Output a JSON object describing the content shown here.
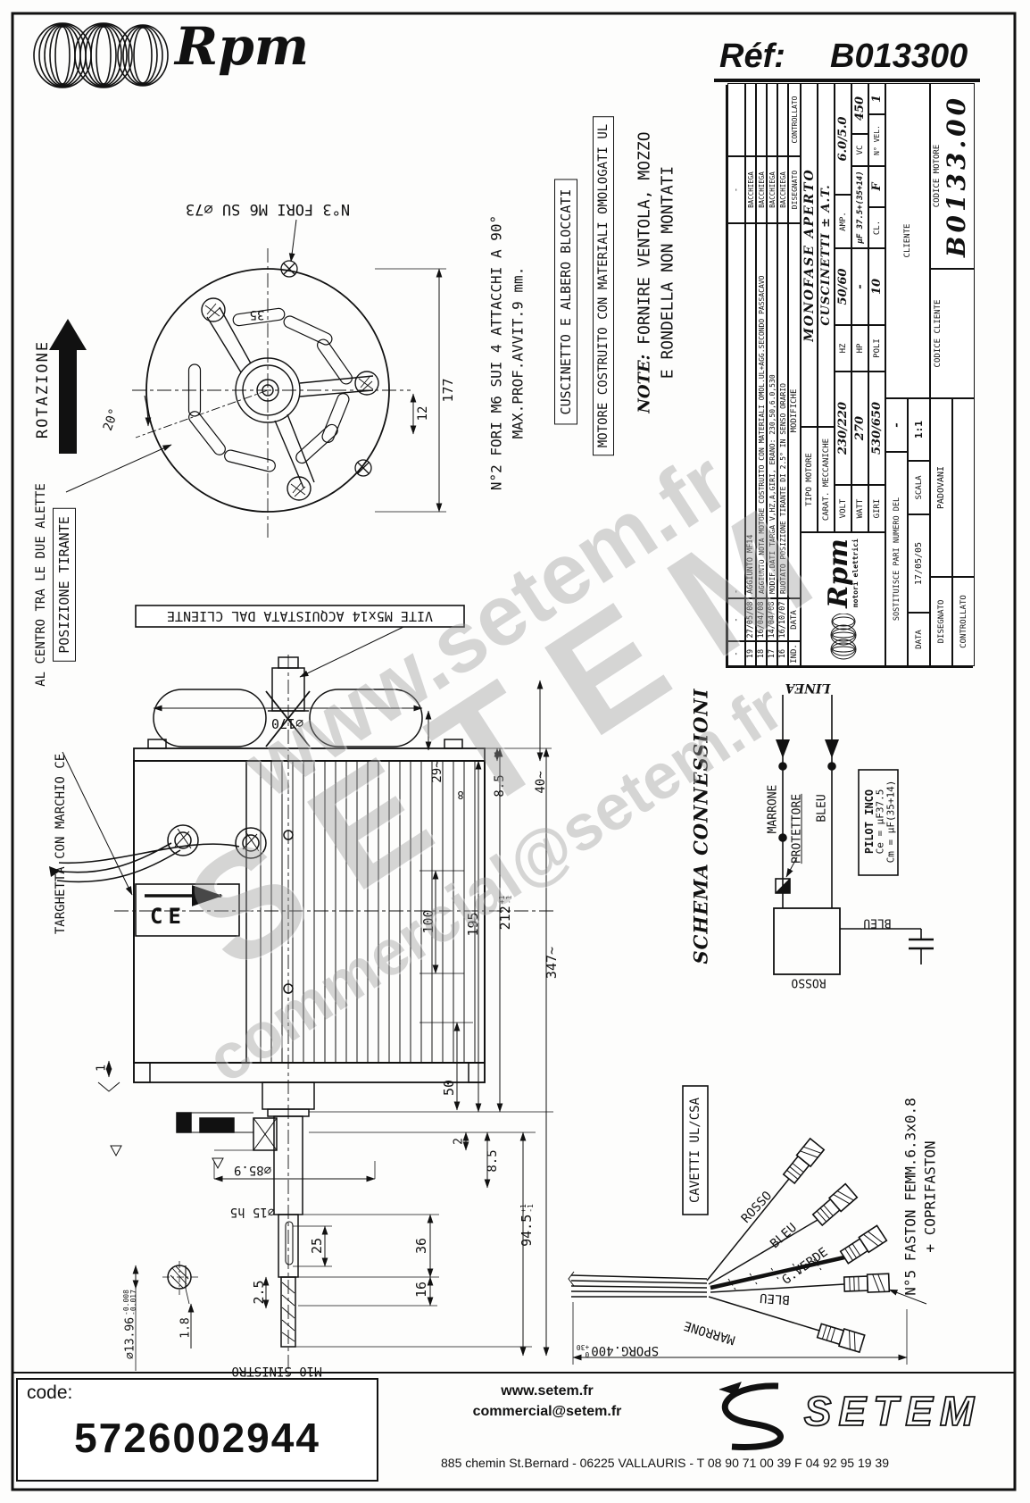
{
  "header": {
    "logo": "Rpm",
    "ref_label": "Réf:",
    "ref_value": "B013300"
  },
  "title_block": {
    "revisions": [
      {
        "ind": "-",
        "date": "-",
        "desc": "-",
        "name": "-"
      },
      {
        "ind": "19",
        "date": "27/05/08",
        "desc": "AGGIUNTO MF14",
        "name": "BACCHIEGA"
      },
      {
        "ind": "18",
        "date": "16/04/08",
        "desc": "AGGIUNTO NOTA MOTORE COSTRUITO CON MATERIALI OMOL.UL+AGG.SECONDO PASSACAVO",
        "name": "BACCHIEGA"
      },
      {
        "ind": "17",
        "date": "14/04/08",
        "desc": "MODIF.DATI TARGA V,HZ,A,GIRI, ERANO: 230,50,6.0,530",
        "name": "BACCHIEGA"
      },
      {
        "ind": "16",
        "date": "16/10/07",
        "desc": "RUOTATO POSIZIONE TIRANTE DI 2.5° IN SENSO ORARIO",
        "name": "BACCHIEGA"
      }
    ],
    "rev_headers": {
      "ind": "IND.",
      "data": "DATA",
      "modifiche": "MODIFICHE",
      "disegnato": "DISEGNATO",
      "controllato": "CONTROLLATO"
    },
    "logo": {
      "name": "Rpm",
      "sub": "motori elettrici"
    },
    "tipo": {
      "label": "TIPO MOTORE",
      "value": "MONOFASE APERTO"
    },
    "carat": {
      "label": "CARAT. MECCANICHE",
      "value": "CUSCINETTI ± A.T."
    },
    "volt": {
      "label": "VOLT",
      "value": "230/220"
    },
    "hz": {
      "label": "HZ",
      "value": "50/60"
    },
    "amp": {
      "label": "AMP.",
      "value": "6.0/5.0"
    },
    "watt": {
      "label": "WATT",
      "value": "270"
    },
    "hp": {
      "label": "HP",
      "value": "-"
    },
    "uf": {
      "value": "µF 37.5+(35+14)"
    },
    "vc": {
      "label": "VC",
      "value": "450"
    },
    "giri": {
      "label": "GIRI",
      "value": "530/650"
    },
    "poli": {
      "label": "POLI",
      "value": "10"
    },
    "cl": {
      "label": "CL.",
      "value": "F"
    },
    "nvel": {
      "label": "N° VEL.",
      "value": "1"
    },
    "sostituisce": {
      "label": "SOSTITUISCE PARI NUMERO DEL",
      "value": "-"
    },
    "data": {
      "label": "DATA",
      "value": "17/05/05"
    },
    "scala": {
      "label": "SCALA",
      "value": "1:1"
    },
    "disegnato": {
      "label": "DISEGNATO",
      "value": "PADOVANI"
    },
    "controllato": {
      "label": "CONTROLLATO",
      "value": ""
    },
    "cliente": {
      "label": "CLIENTE"
    },
    "codice_cliente": {
      "label": "CODICE CLIENTE"
    },
    "codice_motore": {
      "label": "CODICE MOTORE",
      "value": "B0133.00"
    }
  },
  "annotations": {
    "rotazione": "ROTAZIONE",
    "n3_fori": "N°3 FORI M6 SU ∅73",
    "n2_fori_1": "N°2 FORI M6 SUI 4 ATTACCHI A 90°",
    "n2_fori_2": "MAX.PROF.AVVIT.9 mm.",
    "cuscinetto_box": "CUSCINETTO E ALBERO BLOCCATI",
    "motore_ul_box": "MOTORE COSTRUITO CON MATERIALI OMOLOGATI UL",
    "note_label": "NOTE:",
    "note_line1": "FORNIRE VENTOLA, MOZZO",
    "note_line2": "E RONDELLA NON MONTATI",
    "al_centro": "AL CENTRO TRA LE DUE ALETTE",
    "posizione_tirante": "POSIZIONE TIRANTE",
    "vite": "VITE M5x14 ACQUISTATA DAL CLIENTE",
    "targhetta": "TARGHETTA CON MARCHIO CE",
    "ce_mark": "CE"
  },
  "front_dims": {
    "d35": "35",
    "a20": "20°",
    "d12": "12",
    "d177": "177"
  },
  "side_dims": {
    "dia170": "∅170",
    "d29": "29~",
    "d85top": "8.5",
    "d40": "40~",
    "d8": "8",
    "d1": "1",
    "d100": "100",
    "d50": "50",
    "d195": "195",
    "d212": "212",
    "d347": "347~",
    "d2": "2",
    "d85bot": "8.5",
    "d945": "94.5",
    "tol_p1": "+1",
    "tol_m1": "-1",
    "d36": "36",
    "d16": "16",
    "d25": "25",
    "d25d": "2.5",
    "dia859": "∅85.9",
    "dia15": "∅15 h5",
    "m10": "M10 SINISTRO",
    "dia1396": "∅13.96",
    "tol_a": "-0.008",
    "tol_b": "-0.017",
    "d18": "1.8"
  },
  "schema": {
    "title": "SCHEMA CONNESSIONI",
    "linea": "LINEA",
    "marrone": "MARRONE",
    "bleu": "BLEU",
    "protettore": "PROTETTORE",
    "pilot1": "PILOT INCO",
    "pilot2": "Ce = µF37.5",
    "pilot3": "Cm = µF(35+14)",
    "rosso": "ROSSO",
    "bleu2": "BLEU"
  },
  "harness": {
    "cavetti": "CAVETTI UL/CSA",
    "rosso": "ROSSO",
    "bleu": "BLEU",
    "gverde": "G.VERDE",
    "bleu2": "BLEU",
    "marrone": "MARRONE",
    "faston1": "N°5 FASTON FEMM.6.3x0.8",
    "faston2": "+ COPRIFASTON",
    "sporg": "SPORG.400",
    "sporg_tol_top": "0",
    "sporg_tol_bot": "+30"
  },
  "footer": {
    "code_label": "code:",
    "code_value": "5726002944",
    "site": "www.setem.fr",
    "email": "commercial@setem.fr",
    "brand": "SETEM",
    "address": "885 chemin St.Bernard  -  06225 VALLAURIS  -  T 08 90 71 00 39   F 04 92 95 19 39"
  },
  "watermark": {
    "line1": "www.setem.fr",
    "line2": "SETEM",
    "line3": "commercial@setem.fr"
  }
}
